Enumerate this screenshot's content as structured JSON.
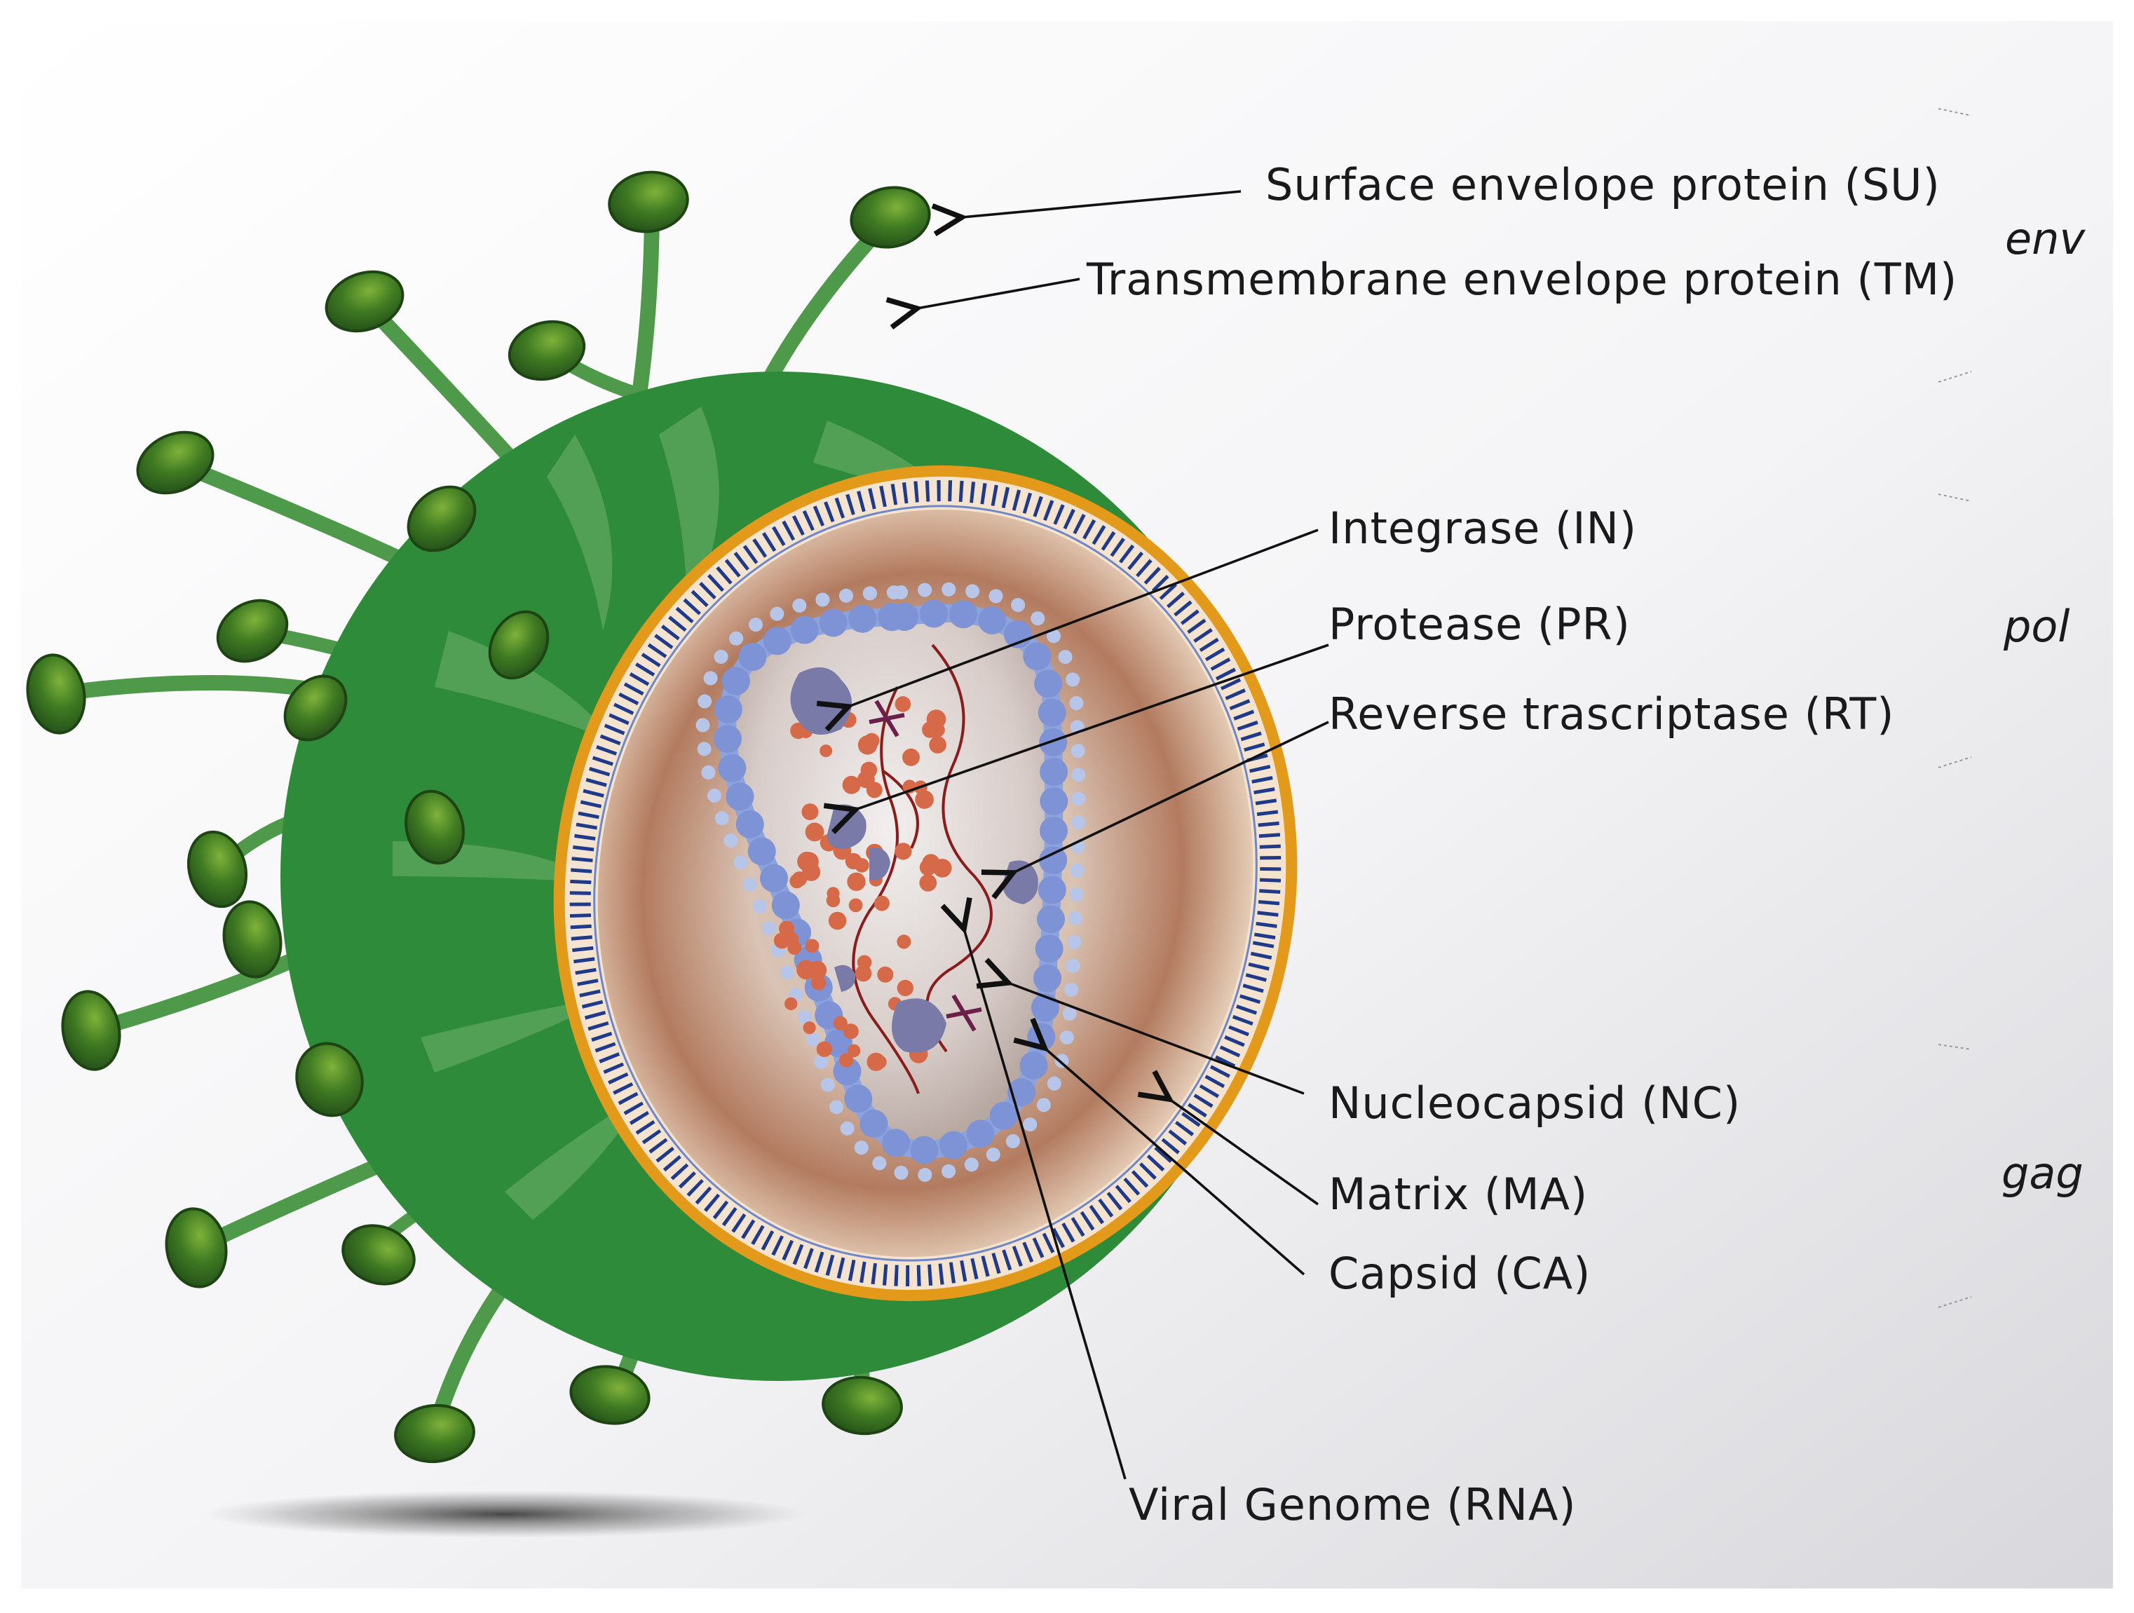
{
  "labels": {
    "su": "Surface envelope protein (SU)",
    "tm": "Transmembrane envelope protein (TM)",
    "integrase": "Integrase (IN)",
    "protease": "Protease (PR)",
    "rt": "Reverse trascriptase (RT)",
    "nucleocapsid": "Nucleocapsid (NC)",
    "matrix": "Matrix (MA)",
    "capsid": "Capsid (CA)",
    "genome": "Viral Genome (RNA)"
  },
  "genes": {
    "env": "env",
    "pol": "pol",
    "gag": "gag"
  },
  "colors": {
    "envelope": "#2e8b3a",
    "spike": "#4f9a4a",
    "spike_head": "#2f6e1e",
    "lipid": "#e39a1a",
    "matrix_ring": "#1f3a8a",
    "capsid_fill": "#f3e3cf",
    "nucleocapsid": "#8da3dd",
    "rna": "#8b1c1c",
    "enzyme": "#7a7aa8"
  }
}
